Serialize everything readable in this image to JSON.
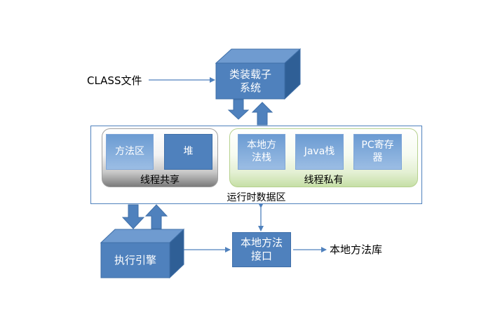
{
  "diagram": {
    "class_file_label": "CLASS文件",
    "class_loader_label": "类装载子系统",
    "runtime_area_label": "运行时数据区",
    "shared_group_label": "线程共享",
    "private_group_label": "线程私有",
    "method_area_label": "方法区",
    "heap_label": "堆",
    "native_stack_label": "本地方法栈",
    "java_stack_label": "Java栈",
    "pc_register_label": "PC寄存器",
    "execution_engine_label": "执行引擎",
    "native_interface_label": "本地方法接口",
    "native_library_label": "本地方法库"
  },
  "colors": {
    "primary_blue": "#4f81bd",
    "cube_side": "#2f5f96",
    "cube_top": "#6f9bd0",
    "shared_panel_gray": "#7b7b7b",
    "private_panel_green": "#c6dfa6"
  }
}
